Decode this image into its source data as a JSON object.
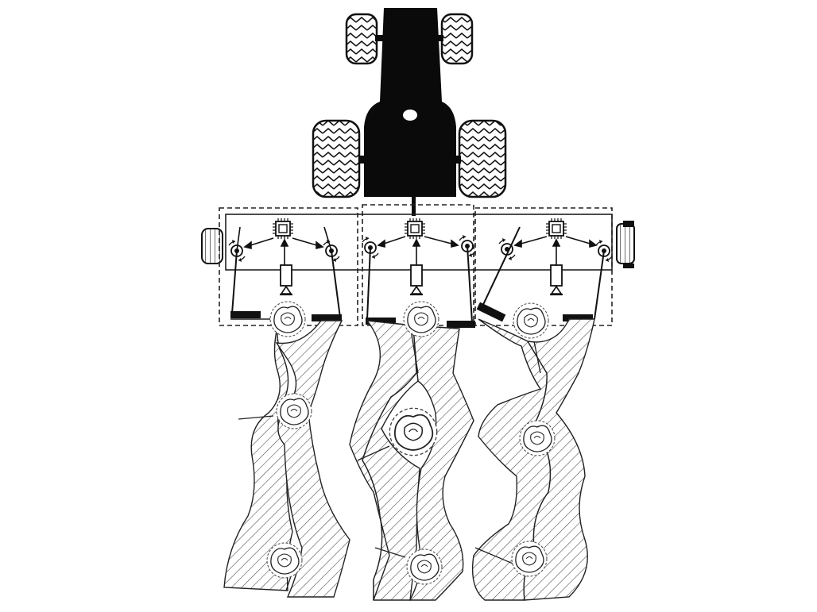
{
  "figure": {
    "title": "",
    "text_labels": [],
    "colors": {
      "ink": "#111111",
      "paper": "#ffffff",
      "tractor": "#0a0a0a",
      "hatch": "#444444",
      "frame": "#222222"
    }
  },
  "tractor": {
    "parts": [
      "rear-tire-left",
      "rear-tire-right",
      "front-tire-left",
      "front-tire-right",
      "cab-body"
    ]
  },
  "implement": {
    "units": 3,
    "components_per_unit": [
      "processor-chip-icon",
      "camera-sensor-icon",
      "rotary-actuator-icon",
      "rotary-actuator-icon",
      "weeding-blade",
      "weeding-blade"
    ]
  },
  "field": {
    "crop_rows": 3,
    "plants_visible": 9
  }
}
